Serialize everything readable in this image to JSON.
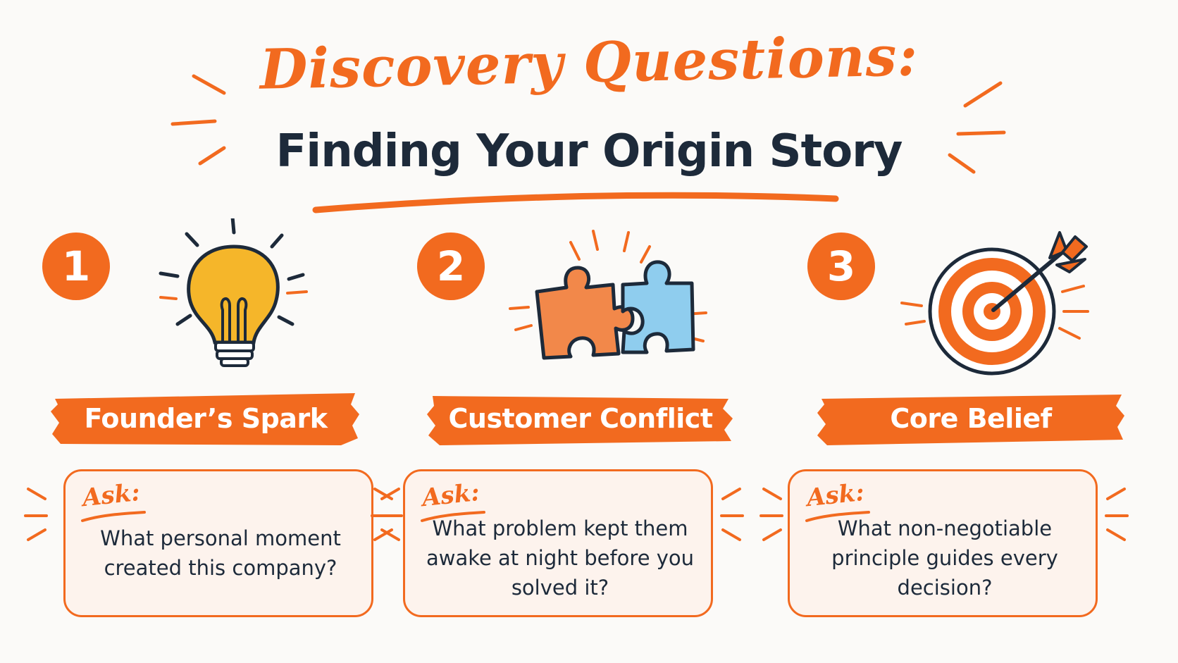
{
  "header": {
    "title": "Discovery Questions:",
    "subtitle": "Finding Your Origin Story"
  },
  "colors": {
    "accent": "#f26a1f",
    "text": "#1d2a3a",
    "box_fill": "#fdf3ed",
    "bulb": "#f5b62a",
    "puzzle_left": "#f2884a",
    "puzzle_right": "#8fcdee"
  },
  "cards": [
    {
      "number": "1",
      "icon": "lightbulb-icon",
      "label": "Founder’s Spark",
      "ask": "Ask:",
      "question": "What personal moment created this company?"
    },
    {
      "number": "2",
      "icon": "puzzle-icon",
      "label": "Customer Conflict",
      "ask": "Ask:",
      "question": "What problem kept them awake at night before you solved it?"
    },
    {
      "number": "3",
      "icon": "target-icon",
      "label": "Core Belief",
      "ask": "Ask:",
      "question": "What non-negotiable principle guides every decision?"
    }
  ]
}
